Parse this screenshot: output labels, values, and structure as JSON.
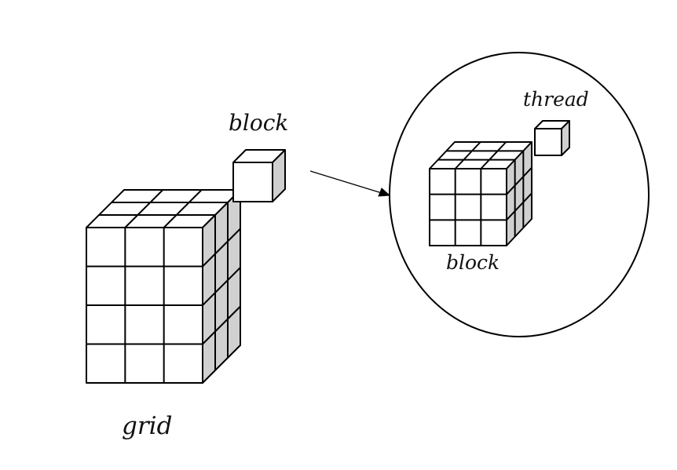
{
  "labels": {
    "block_small": "block",
    "thread": "thread",
    "block_inner": "block",
    "grid": "grid"
  },
  "colors": {
    "stroke": "#000000",
    "face_front": "#ffffff",
    "face_top": "#ffffff",
    "face_side": "#d0d0d0"
  }
}
